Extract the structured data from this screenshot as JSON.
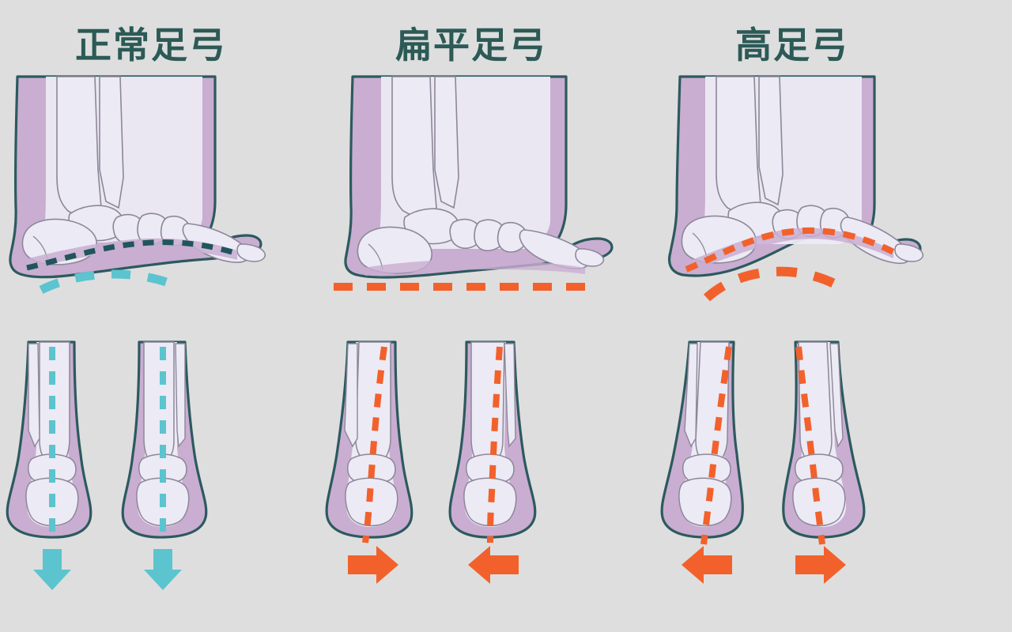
{
  "page": {
    "background_color": "#dedede",
    "kind": "medical-illustration",
    "topic": "foot-arch-types-comparison"
  },
  "palette": {
    "background": "#dedede",
    "title_text": "#2c5a56",
    "outline_dark_teal": "#2c5a5e",
    "skin_purple": "#c4a8cc",
    "skin_purple_light": "#cdb4d4",
    "bone_fill": "#eceaf4",
    "bone_outline": "#8d8799",
    "accent_cyan": "#5bc4ce",
    "accent_cyan_dark": "#2f8f96",
    "accent_orange": "#f2612c",
    "arch_line_normal": "#20555c"
  },
  "columns": [
    {
      "id": "normal",
      "title": "正常足弓",
      "side_view": {
        "name": "normal-arch-side-view",
        "arch_line_color": "#20555c",
        "ground_curve_color": "#5bc4ce",
        "ground_curve_shape": "gentle-arch",
        "dash_count_arch": 11,
        "dash_count_ground": 5
      },
      "rear_view": {
        "name": "normal-ankle-rear-view",
        "alignment_line_color": "#5bc4ce",
        "alignment": "vertical-straight",
        "arrow_color": "#5bc4ce",
        "left_arrow_direction": "down",
        "right_arrow_direction": "down"
      }
    },
    {
      "id": "flat",
      "title": "扁平足弓",
      "side_view": {
        "name": "flat-arch-side-view",
        "arch_line_color": "none",
        "ground_curve_color": "#f2612c",
        "ground_curve_shape": "flat-line",
        "dash_count_arch": 0,
        "dash_count_ground": 9
      },
      "rear_view": {
        "name": "flat-ankle-rear-view",
        "alignment_line_color": "#f2612c",
        "alignment": "tilted-inward",
        "arrow_color": "#f2612c",
        "left_arrow_direction": "right",
        "right_arrow_direction": "left"
      }
    },
    {
      "id": "high",
      "title": "高足弓",
      "side_view": {
        "name": "high-arch-side-view",
        "arch_line_color": "#f2612c",
        "ground_curve_color": "#f2612c",
        "ground_curve_shape": "steep-arch",
        "dash_count_arch": 12,
        "dash_count_ground": 6
      },
      "rear_view": {
        "name": "high-ankle-rear-view",
        "alignment_line_color": "#f2612c",
        "alignment": "tilted-outward",
        "arrow_color": "#f2612c",
        "left_arrow_direction": "left",
        "right_arrow_direction": "right"
      }
    }
  ]
}
